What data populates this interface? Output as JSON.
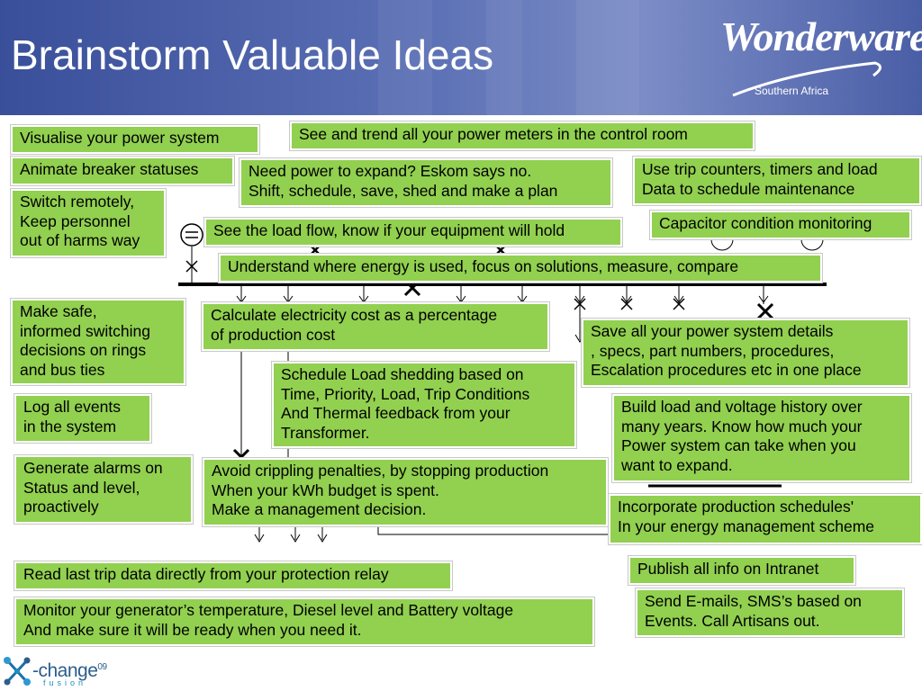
{
  "header": {
    "title": "Brainstorm Valuable Ideas",
    "logo": {
      "name": "Wonderware",
      "subtitle": "Southern Africa"
    }
  },
  "footer": {
    "logo": {
      "word": "-change",
      "sup": "09",
      "sub": "fusion"
    }
  },
  "colors": {
    "header_bg": "#4a5ea6",
    "box_fill": "#92d050",
    "line": "#000000",
    "footer_logo": "#2c5e8c"
  },
  "boxes": [
    {
      "id": "visualise",
      "text": "Visualise your power system"
    },
    {
      "id": "trend",
      "text": "See and trend all your power meters in the control room"
    },
    {
      "id": "animate",
      "text": "Animate breaker statuses"
    },
    {
      "id": "expand",
      "text": "Need power to expand? Eskom says no.\nShift, schedule, save, shed and make a plan"
    },
    {
      "id": "trip-counters",
      "text": "Use trip counters, timers and load\nData to schedule maintenance"
    },
    {
      "id": "switch",
      "text": "Switch remotely,\nKeep personnel\nout of harms way"
    },
    {
      "id": "capacitor",
      "text": "Capacitor condition monitoring"
    },
    {
      "id": "load-flow",
      "text": "See the load flow, know if your equipment will hold"
    },
    {
      "id": "energy",
      "text": "Understand where energy is used, focus on solutions, measure, compare"
    },
    {
      "id": "make-safe",
      "text": "Make safe,\ninformed switching\ndecisions on rings\nand bus ties"
    },
    {
      "id": "cost",
      "text": "Calculate electricity cost as a percentage\nof production cost"
    },
    {
      "id": "save-details",
      "text": "Save all your power system details\n, specs, part numbers, procedures,\nEscalation procedures etc in one place"
    },
    {
      "id": "schedule-shed",
      "text": "Schedule Load shedding based on\nTime, Priority, Load, Trip Conditions\nAnd Thermal feedback from your\nTransformer."
    },
    {
      "id": "log",
      "text": "Log all events\nin the system"
    },
    {
      "id": "history",
      "text": "Build load and voltage history over\nmany years. Know how much your\nPower system can take when you\nwant to expand."
    },
    {
      "id": "alarms",
      "text": "Generate alarms on\nStatus and level,\nproactively"
    },
    {
      "id": "penalties",
      "text": "Avoid crippling penalties, by stopping production\nWhen your kWh budget is spent.\nMake  a management decision."
    },
    {
      "id": "production",
      "text": "Incorporate production schedules'\nIn your energy management scheme"
    },
    {
      "id": "intranet",
      "text": "Publish all info on Intranet"
    },
    {
      "id": "trip-data",
      "text": "Read last trip data directly from your protection relay"
    },
    {
      "id": "emails",
      "text": "Send E-mails, SMS’s based on\nEvents. Call Artisans out."
    },
    {
      "id": "generator",
      "text": "Monitor your generator’s temperature, Diesel level and Battery voltage\nAnd make sure it will be ready when you need it."
    }
  ]
}
